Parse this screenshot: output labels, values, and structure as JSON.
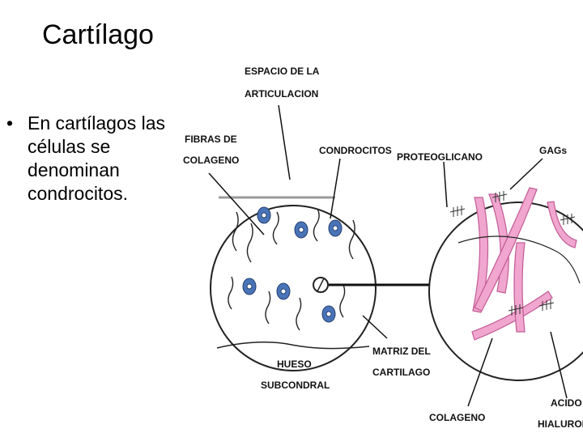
{
  "slide": {
    "title": "Cartílago",
    "bullet_marker": "•",
    "bullet_text": "En cartílagos las células se denominan condrocitos."
  },
  "diagram": {
    "labels": {
      "espacio_line1": "ESPACIO DE LA",
      "espacio_line2": "ARTICULACION",
      "fibras_line1": "FIBRAS DE",
      "fibras_line2": "COLAGENO",
      "condrocitos": "CONDROCITOS",
      "proteoglicano": "PROTEOGLICANO",
      "gags": "GAGs",
      "hueso_line1": "HUESO",
      "hueso_line2": "SUBCONDRAL",
      "matriz_line1": "MATRIZ DEL",
      "matriz_line2": "CARTILAGO",
      "colageno": "COLAGENO",
      "acido_line1": "ACIDO",
      "acido_line2": "HIALURON"
    },
    "colors": {
      "chondrocyte": "#4a74b8",
      "collagen_fiber": "#f0a6cf",
      "outline": "#222222",
      "surface_line": "#999999"
    }
  }
}
